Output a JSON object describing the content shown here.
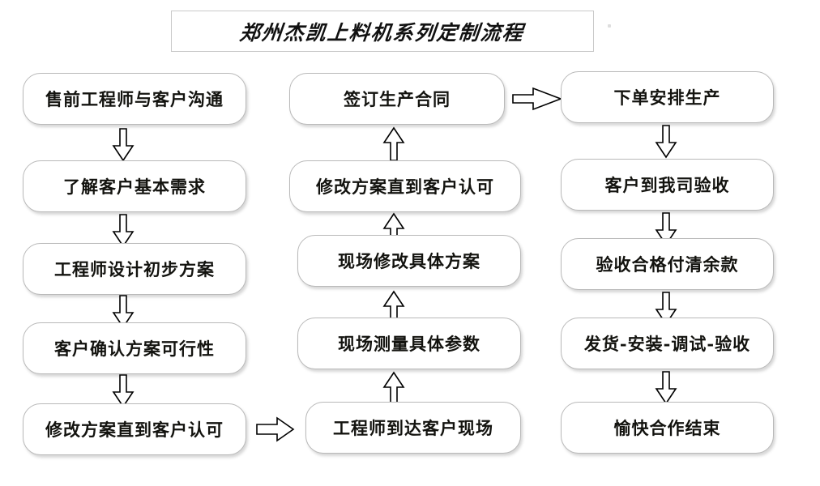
{
  "page": {
    "title": "郑州杰凯上料机系列定制流程",
    "background_color": "#ffffff",
    "border_color": "#b9b9b9",
    "text_color": "#13130f"
  },
  "header": {
    "banner_text": "郑州杰凯上料机系列定制流程"
  },
  "flow": {
    "columns": [
      {
        "name": "pre-sales-column",
        "direction": "top-to-bottom",
        "nodes": [
          {
            "id": "node-1",
            "label": "售前工程师与客户沟通"
          },
          {
            "id": "node-2",
            "label": "了解客户基本需求"
          },
          {
            "id": "node-3",
            "label": "工程师设计初步方案"
          },
          {
            "id": "node-4",
            "label": "客户确认方案可行性"
          },
          {
            "id": "node-5",
            "label": "修改方案直到客户认可"
          }
        ]
      },
      {
        "name": "on-site-column",
        "direction": "bottom-to-top",
        "nodes": [
          {
            "id": "node-6",
            "label": "签订生产合同"
          },
          {
            "id": "node-7",
            "label": "修改方案直到客户认可"
          },
          {
            "id": "node-8",
            "label": "现场修改具体方案"
          },
          {
            "id": "node-9",
            "label": "现场测量具体参数"
          },
          {
            "id": "node-10",
            "label": "工程师到达客户现场"
          }
        ]
      },
      {
        "name": "production-column",
        "direction": "top-to-bottom",
        "nodes": [
          {
            "id": "node-11",
            "label": "下单安排生产"
          },
          {
            "id": "node-12",
            "label": "客户到我司验收"
          },
          {
            "id": "node-13",
            "label": "验收合格付清余款"
          },
          {
            "id": "node-14",
            "label": "发货-安装-调试-验收"
          },
          {
            "id": "node-15",
            "label": "愉快合作结束"
          }
        ]
      }
    ],
    "connectors": [
      {
        "id": "arrow-1",
        "direction": "down",
        "from": "node-1",
        "to": "node-2"
      },
      {
        "id": "arrow-2",
        "direction": "down",
        "from": "node-2",
        "to": "node-3"
      },
      {
        "id": "arrow-3",
        "direction": "down",
        "from": "node-3",
        "to": "node-4"
      },
      {
        "id": "arrow-4",
        "direction": "down",
        "from": "node-4",
        "to": "node-5"
      },
      {
        "id": "arrow-5",
        "direction": "right",
        "from": "node-5",
        "to": "node-10"
      },
      {
        "id": "arrow-6",
        "direction": "up",
        "from": "node-10",
        "to": "node-9"
      },
      {
        "id": "arrow-7",
        "direction": "up",
        "from": "node-9",
        "to": "node-8"
      },
      {
        "id": "arrow-8",
        "direction": "up",
        "from": "node-8",
        "to": "node-7"
      },
      {
        "id": "arrow-9",
        "direction": "up",
        "from": "node-7",
        "to": "node-6"
      },
      {
        "id": "arrow-10",
        "direction": "right",
        "from": "node-6",
        "to": "node-11"
      },
      {
        "id": "arrow-11",
        "direction": "down",
        "from": "node-11",
        "to": "node-12"
      },
      {
        "id": "arrow-12",
        "direction": "down",
        "from": "node-12",
        "to": "node-13"
      },
      {
        "id": "arrow-13",
        "direction": "down",
        "from": "node-13",
        "to": "node-14"
      },
      {
        "id": "arrow-14",
        "direction": "down",
        "from": "node-14",
        "to": "node-15"
      }
    ]
  }
}
